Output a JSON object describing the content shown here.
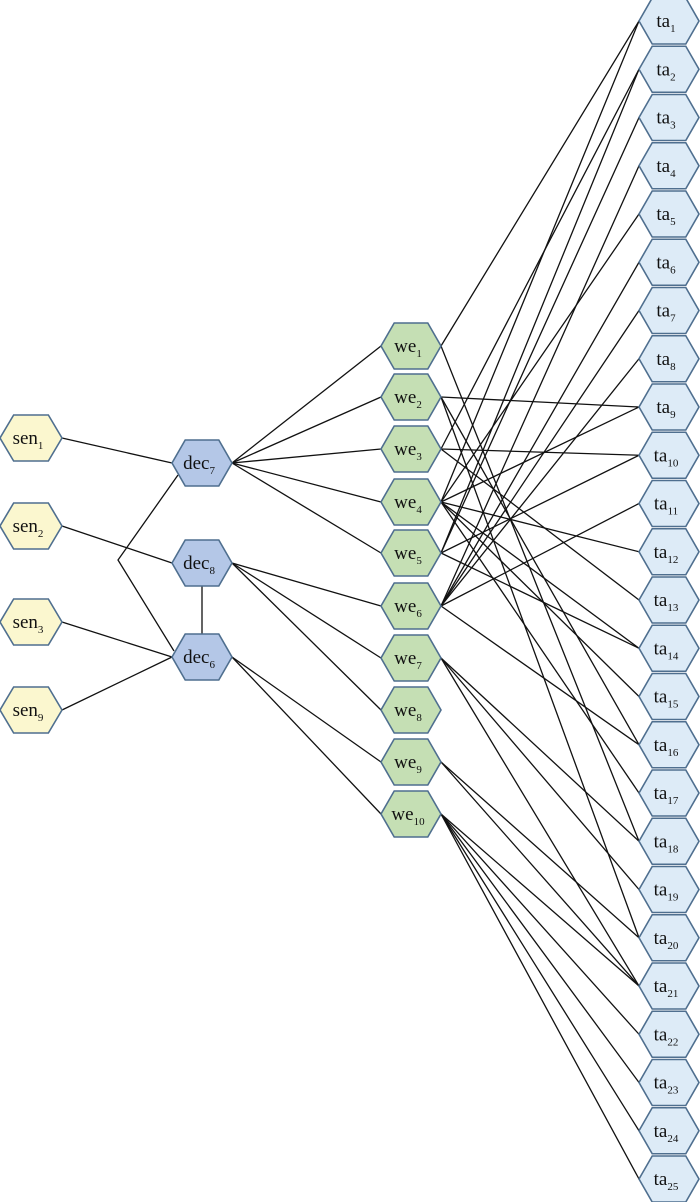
{
  "nodes": [
    {
      "id": "sen1",
      "base": "sen",
      "sub": "1",
      "type": "sensor"
    },
    {
      "id": "sen2",
      "base": "sen",
      "sub": "2",
      "type": "sensor"
    },
    {
      "id": "sen3",
      "base": "sen",
      "sub": "3",
      "type": "sensor"
    },
    {
      "id": "sen9",
      "base": "sen",
      "sub": "9",
      "type": "sensor"
    },
    {
      "id": "dec7",
      "base": "dec",
      "sub": "7",
      "type": "decision"
    },
    {
      "id": "dec8",
      "base": "dec",
      "sub": "8",
      "type": "decision"
    },
    {
      "id": "dec6",
      "base": "dec",
      "sub": "6",
      "type": "decision"
    },
    {
      "id": "we1",
      "base": "we",
      "sub": "1",
      "type": "weapon"
    },
    {
      "id": "we2",
      "base": "we",
      "sub": "2",
      "type": "weapon"
    },
    {
      "id": "we3",
      "base": "we",
      "sub": "3",
      "type": "weapon"
    },
    {
      "id": "we4",
      "base": "we",
      "sub": "4",
      "type": "weapon"
    },
    {
      "id": "we5",
      "base": "we",
      "sub": "5",
      "type": "weapon"
    },
    {
      "id": "we6",
      "base": "we",
      "sub": "6",
      "type": "weapon"
    },
    {
      "id": "we7",
      "base": "we",
      "sub": "7",
      "type": "weapon"
    },
    {
      "id": "we8",
      "base": "we",
      "sub": "8",
      "type": "weapon"
    },
    {
      "id": "we9",
      "base": "we",
      "sub": "9",
      "type": "weapon"
    },
    {
      "id": "we10",
      "base": "we",
      "sub": "10",
      "type": "weapon"
    },
    {
      "id": "ta1",
      "base": "ta",
      "sub": "1",
      "type": "target"
    },
    {
      "id": "ta2",
      "base": "ta",
      "sub": "2",
      "type": "target"
    },
    {
      "id": "ta3",
      "base": "ta",
      "sub": "3",
      "type": "target"
    },
    {
      "id": "ta4",
      "base": "ta",
      "sub": "4",
      "type": "target"
    },
    {
      "id": "ta5",
      "base": "ta",
      "sub": "5",
      "type": "target"
    },
    {
      "id": "ta6",
      "base": "ta",
      "sub": "6",
      "type": "target"
    },
    {
      "id": "ta7",
      "base": "ta",
      "sub": "7",
      "type": "target"
    },
    {
      "id": "ta8",
      "base": "ta",
      "sub": "8",
      "type": "target"
    },
    {
      "id": "ta9",
      "base": "ta",
      "sub": "9",
      "type": "target"
    },
    {
      "id": "ta10",
      "base": "ta",
      "sub": "10",
      "type": "target"
    },
    {
      "id": "ta11",
      "base": "ta",
      "sub": "11",
      "type": "target"
    },
    {
      "id": "ta12",
      "base": "ta",
      "sub": "12",
      "type": "target"
    },
    {
      "id": "ta13",
      "base": "ta",
      "sub": "13",
      "type": "target"
    },
    {
      "id": "ta14",
      "base": "ta",
      "sub": "14",
      "type": "target"
    },
    {
      "id": "ta15",
      "base": "ta",
      "sub": "15",
      "type": "target"
    },
    {
      "id": "ta16",
      "base": "ta",
      "sub": "16",
      "type": "target"
    },
    {
      "id": "ta17",
      "base": "ta",
      "sub": "17",
      "type": "target"
    },
    {
      "id": "ta18",
      "base": "ta",
      "sub": "18",
      "type": "target"
    },
    {
      "id": "ta19",
      "base": "ta",
      "sub": "19",
      "type": "target"
    },
    {
      "id": "ta20",
      "base": "ta",
      "sub": "20",
      "type": "target"
    },
    {
      "id": "ta21",
      "base": "ta",
      "sub": "21",
      "type": "target"
    },
    {
      "id": "ta22",
      "base": "ta",
      "sub": "22",
      "type": "target"
    },
    {
      "id": "ta23",
      "base": "ta",
      "sub": "23",
      "type": "target"
    },
    {
      "id": "ta24",
      "base": "ta",
      "sub": "24",
      "type": "target"
    },
    {
      "id": "ta25",
      "base": "ta",
      "sub": "25",
      "type": "target"
    }
  ],
  "edges": [
    [
      "sen1",
      "dec7"
    ],
    [
      "sen2",
      "dec8"
    ],
    [
      "sen3",
      "dec6"
    ],
    [
      "sen9",
      "dec6"
    ],
    [
      "dec7",
      "dec6"
    ],
    [
      "dec8",
      "dec6"
    ],
    [
      "dec7",
      "we1"
    ],
    [
      "dec7",
      "we2"
    ],
    [
      "dec7",
      "we3"
    ],
    [
      "dec7",
      "we4"
    ],
    [
      "dec7",
      "we5"
    ],
    [
      "dec8",
      "we6"
    ],
    [
      "dec8",
      "we7"
    ],
    [
      "dec8",
      "we8"
    ],
    [
      "dec6",
      "we9"
    ],
    [
      "dec6",
      "we10"
    ],
    [
      "we1",
      "ta1"
    ],
    [
      "we1",
      "ta18"
    ],
    [
      "we2",
      "ta9"
    ],
    [
      "we2",
      "ta16"
    ],
    [
      "we2",
      "ta20"
    ],
    [
      "we3",
      "ta2"
    ],
    [
      "we3",
      "ta10"
    ],
    [
      "we3",
      "ta13"
    ],
    [
      "we4",
      "ta1"
    ],
    [
      "we4",
      "ta5"
    ],
    [
      "we4",
      "ta9"
    ],
    [
      "we4",
      "ta12"
    ],
    [
      "we4",
      "ta14"
    ],
    [
      "we4",
      "ta15"
    ],
    [
      "we4",
      "ta17"
    ],
    [
      "we5",
      "ta2"
    ],
    [
      "we5",
      "ta3"
    ],
    [
      "we5",
      "ta10"
    ],
    [
      "we5",
      "ta14"
    ],
    [
      "we6",
      "ta4"
    ],
    [
      "we6",
      "ta6"
    ],
    [
      "we6",
      "ta7"
    ],
    [
      "we6",
      "ta8"
    ],
    [
      "we6",
      "ta11"
    ],
    [
      "we6",
      "ta16"
    ],
    [
      "we7",
      "ta18"
    ],
    [
      "we7",
      "ta19"
    ],
    [
      "we7",
      "ta21"
    ],
    [
      "we9",
      "ta20"
    ],
    [
      "we9",
      "ta21"
    ],
    [
      "we10",
      "ta21"
    ],
    [
      "we10",
      "ta22"
    ],
    [
      "we10",
      "ta23"
    ],
    [
      "we10",
      "ta24"
    ],
    [
      "we10",
      "ta25"
    ]
  ],
  "colors": {
    "sensor": {
      "fill": "#fbf7cf",
      "stroke": "#4f6f8f"
    },
    "decision": {
      "fill": "#b4c7e7",
      "stroke": "#4f6f8f"
    },
    "weapon": {
      "fill": "#c5dfb4",
      "stroke": "#4f6f8f"
    },
    "target": {
      "fill": "#ddebf7",
      "stroke": "#4f6f8f"
    }
  }
}
